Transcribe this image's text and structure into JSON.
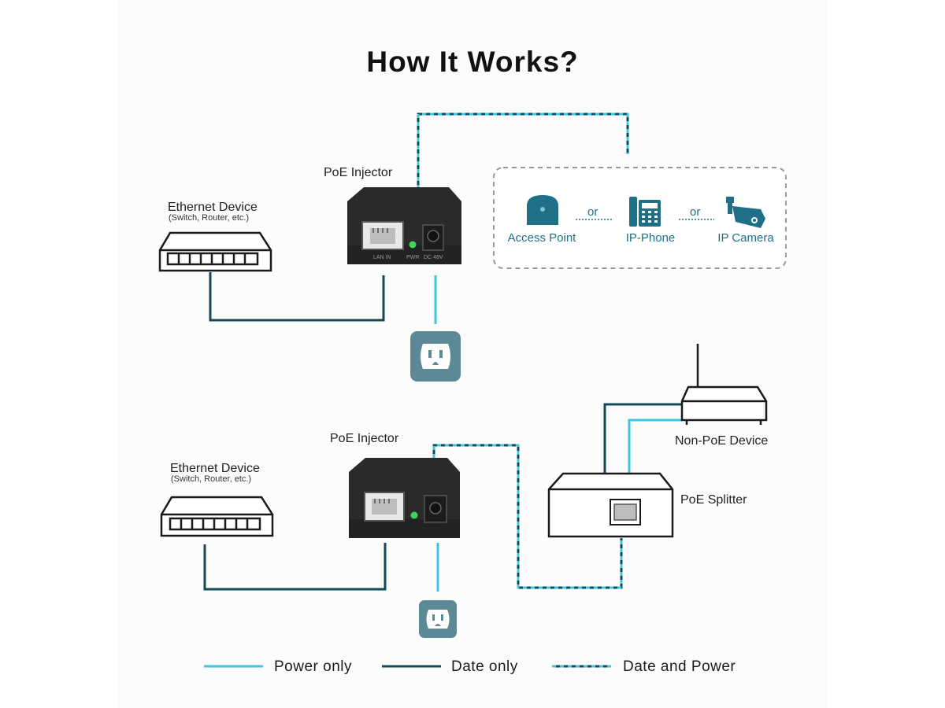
{
  "title": "How It Works?",
  "top_diagram": {
    "injector_label": "PoE Injector",
    "injector_ports": {
      "lan": "LAN IN",
      "pwr": "PWR",
      "dc": "DC 48V"
    },
    "ethernet_label": "Ethernet Device",
    "ethernet_sublabel": "(Switch, Router, etc.)",
    "devices": [
      {
        "label": "Access Point",
        "icon": "access-point-icon"
      },
      {
        "label": "IP-Phone",
        "icon": "ip-phone-icon"
      },
      {
        "label": "IP Camera",
        "icon": "ip-camera-icon"
      }
    ],
    "or_text": "or"
  },
  "bottom_diagram": {
    "injector_label": "PoE Injector",
    "ethernet_label": "Ethernet Device",
    "ethernet_sublabel": "(Switch, Router, etc.)",
    "splitter_label": "PoE Splitter",
    "non_poe_label": "Non-PoE Device"
  },
  "legend": [
    {
      "label": "Power only",
      "style": "solid-light"
    },
    {
      "label": "Date only",
      "style": "solid-dark"
    },
    {
      "label": "Date and Power",
      "style": "dashed"
    }
  ],
  "colors": {
    "power_only": "#3ec6e0",
    "data_only": "#134a57",
    "data_and_power": "#1b6f86",
    "outlet": "#5b8a96",
    "device_teal": "#1f6f86",
    "injector_body": "#2a2a2a"
  }
}
